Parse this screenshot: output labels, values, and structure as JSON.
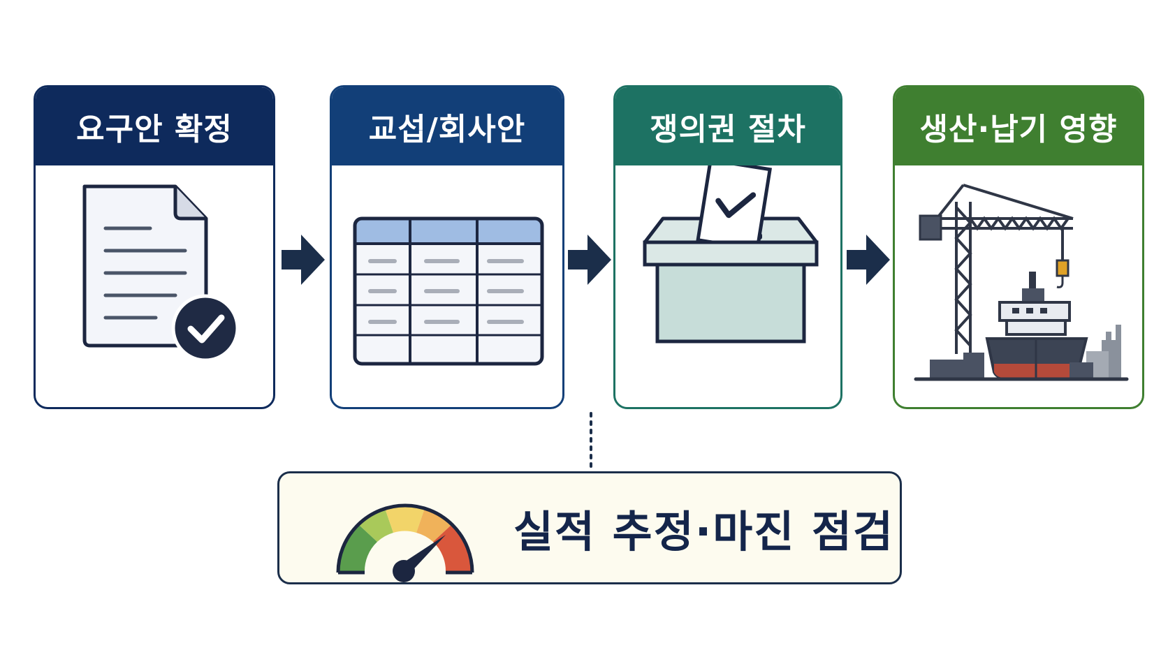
{
  "steps": [
    {
      "title": "요구안 확정",
      "icon": "document-check-icon",
      "color": "#0e2a5c"
    },
    {
      "title": "교섭/회사안",
      "icon": "table-icon",
      "color": "#123f78"
    },
    {
      "title": "쟁의권 절차",
      "icon": "ballot-box-icon",
      "color": "#1d7263"
    },
    {
      "title": "생산·납기 영향",
      "icon": "crane-ship-icon",
      "color": "#3f7f30"
    }
  ],
  "bottom": {
    "label": "실적 추정·마진 점검",
    "icon": "gauge-icon"
  }
}
